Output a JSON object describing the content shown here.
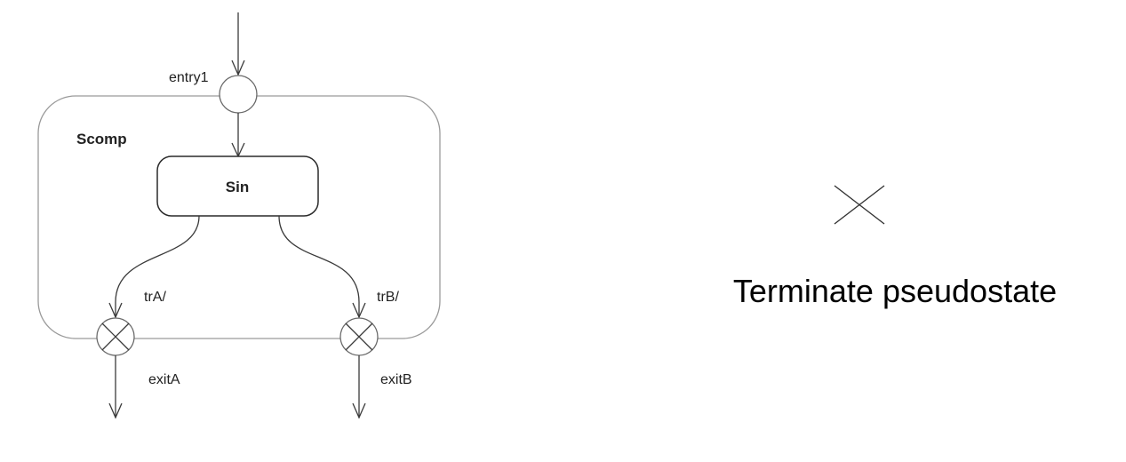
{
  "composite_state": {
    "name": "Scomp"
  },
  "inner_state": {
    "name": "Sin"
  },
  "entry_point": {
    "label": "entry1"
  },
  "transitions": [
    {
      "label": "trA/"
    },
    {
      "label": "trB/"
    }
  ],
  "exit_points": [
    {
      "label": "exitA"
    },
    {
      "label": "exitB"
    }
  ],
  "legend": {
    "caption": "Terminate pseudostate"
  }
}
